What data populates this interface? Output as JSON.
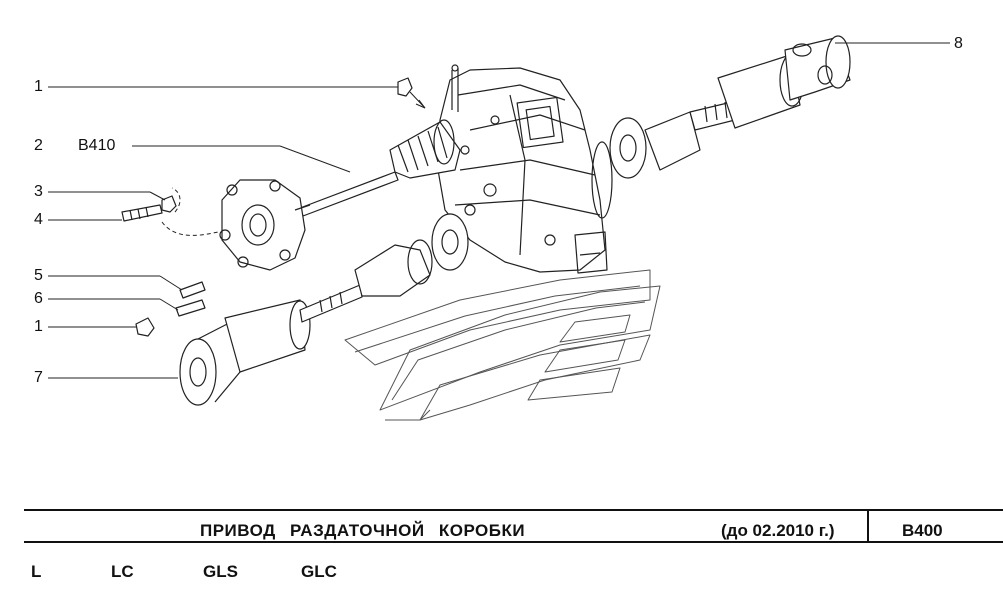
{
  "diagram": {
    "callouts": [
      {
        "id": "c1a",
        "number": "1"
      },
      {
        "id": "c2",
        "number": "2",
        "ref": "B410"
      },
      {
        "id": "c3",
        "number": "3"
      },
      {
        "id": "c4",
        "number": "4"
      },
      {
        "id": "c5",
        "number": "5"
      },
      {
        "id": "c6",
        "number": "6"
      },
      {
        "id": "c1b",
        "number": "1"
      },
      {
        "id": "c7",
        "number": "7"
      },
      {
        "id": "c8",
        "number": "8"
      }
    ]
  },
  "footer": {
    "title": "ПРИВОД РАЗДАТОЧНОЙ КОРОБКИ",
    "date": "(до 02.2010 г.)",
    "code": "B400",
    "models": [
      "L",
      "LC",
      "GLS",
      "GLC"
    ]
  }
}
